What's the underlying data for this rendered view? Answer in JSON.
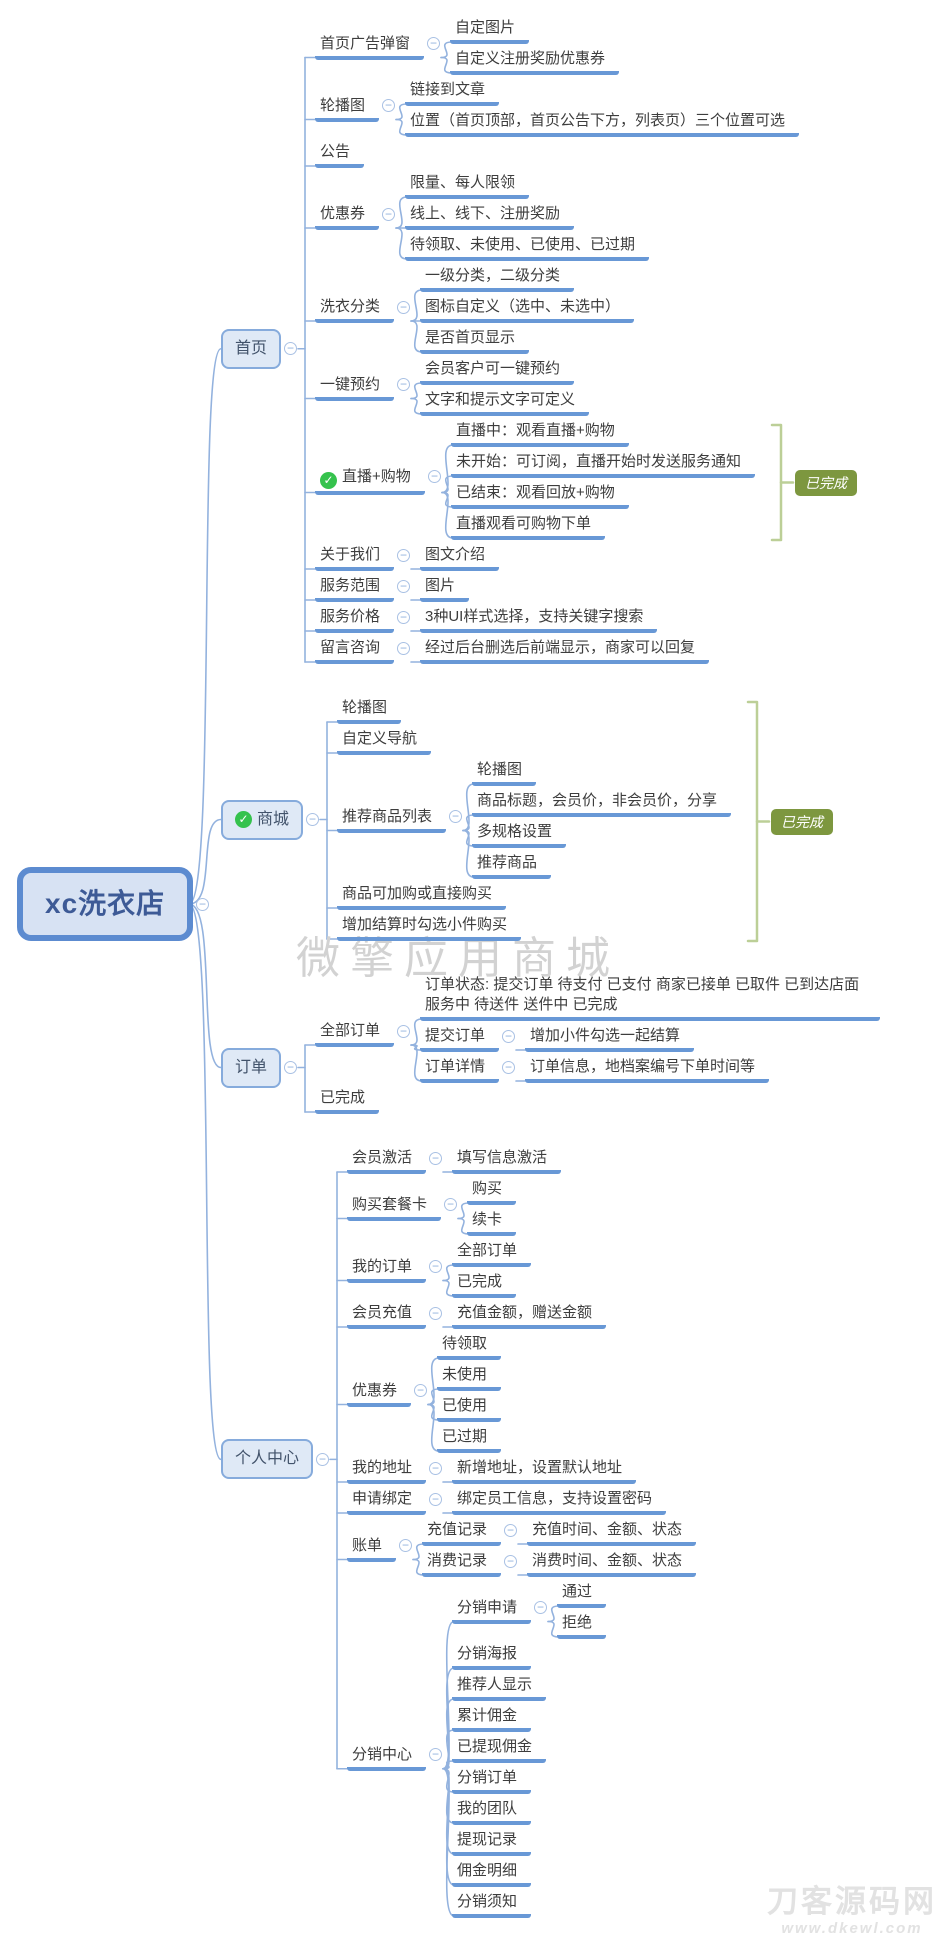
{
  "colors": {
    "underline_blue": "#6898d6",
    "wire_blue": "#93b2de",
    "text_dark": "#3d3d3d",
    "box_fill": "#dfe9f6",
    "box_border": "#86abdc",
    "box_text": "#42536b",
    "root_fill": "#d7e2f3",
    "root_border": "#5c8bd0",
    "root_text": "#3d5a96",
    "check_green": "#35c24d",
    "badge_green": "#7d973f",
    "bracket_green": "#bccf97",
    "watermark_gray": "#d2d2d2",
    "logo_gray": "#e2e2e2"
  },
  "watermark": {
    "center": "微擎应用商城"
  },
  "logo": {
    "title": "刀客源码网",
    "url": "www.dkewl.com"
  },
  "mindmap": {
    "t": "xc洗衣店",
    "type": "root",
    "c": [
      {
        "t": "首页",
        "type": "box",
        "c": [
          {
            "t": "首页广告弹窗",
            "c": [
              {
                "t": "自定图片"
              },
              {
                "t": "自定义注册奖励优惠券"
              }
            ]
          },
          {
            "t": "轮播图",
            "c": [
              {
                "t": "链接到文章"
              },
              {
                "t": "位置（首页顶部，首页公告下方，列表页）三个位置可选"
              }
            ]
          },
          {
            "t": "公告"
          },
          {
            "t": "优惠券",
            "c": [
              {
                "t": "限量、每人限领"
              },
              {
                "t": "线上、线下、注册奖励"
              },
              {
                "t": "待领取、未使用、已使用、已过期"
              }
            ]
          },
          {
            "t": "洗衣分类",
            "c": [
              {
                "t": "一级分类，二级分类"
              },
              {
                "t": "图标自定义（选中、未选中）"
              },
              {
                "t": "是否首页显示"
              }
            ]
          },
          {
            "t": "一键预约",
            "c": [
              {
                "t": "会员客户可一键预约"
              },
              {
                "t": "文字和提示文字可定义"
              }
            ]
          },
          {
            "t": "直播+购物",
            "icon": "check",
            "badge": "已完成",
            "c": [
              {
                "t": "直播中：观看直播+购物"
              },
              {
                "t": "未开始：可订阅，直播开始时发送服务通知"
              },
              {
                "t": "已结束：观看回放+购物"
              },
              {
                "t": "直播观看可购物下单"
              }
            ]
          },
          {
            "t": "关于我们",
            "c": [
              {
                "t": "图文介绍"
              }
            ]
          },
          {
            "t": "服务范围",
            "c": [
              {
                "t": "图片"
              }
            ]
          },
          {
            "t": "服务价格",
            "c": [
              {
                "t": "3种UI样式选择，支持关键字搜索"
              }
            ]
          },
          {
            "t": "留言咨询",
            "c": [
              {
                "t": "经过后台删选后前端显示，商家可以回复"
              }
            ]
          }
        ]
      },
      {
        "t": "商城",
        "type": "box",
        "icon": "check",
        "badge": "已完成",
        "c": [
          {
            "t": "轮播图"
          },
          {
            "t": "自定义导航"
          },
          {
            "t": "推荐商品列表",
            "c": [
              {
                "t": "轮播图"
              },
              {
                "t": "商品标题，会员价，非会员价，分享"
              },
              {
                "t": "多规格设置"
              },
              {
                "t": "推荐商品"
              }
            ]
          },
          {
            "t": "商品可加购或直接购买"
          },
          {
            "t": "增加结算时勾选小件购买"
          }
        ]
      },
      {
        "t": "订单",
        "type": "box",
        "c": [
          {
            "t": "全部订单",
            "c": [
              {
                "t": "订单状态: 提交订单 待支付 已支付 商家已接单 已取件 已到达店面 服务中 待送件 送件中 已完成",
                "maxw": 460
              },
              {
                "t": "提交订单",
                "c": [
                  {
                    "t": "增加小件勾选一起结算"
                  }
                ]
              },
              {
                "t": "订单详情",
                "c": [
                  {
                    "t": "订单信息，地档案编号下单时间等"
                  }
                ]
              }
            ]
          },
          {
            "t": "已完成"
          }
        ]
      },
      {
        "t": "个人中心",
        "type": "box",
        "c": [
          {
            "t": "会员激活",
            "c": [
              {
                "t": "填写信息激活"
              }
            ]
          },
          {
            "t": "购买套餐卡",
            "c": [
              {
                "t": "购买"
              },
              {
                "t": "续卡"
              }
            ]
          },
          {
            "t": "我的订单",
            "c": [
              {
                "t": "全部订单"
              },
              {
                "t": "已完成"
              }
            ]
          },
          {
            "t": "会员充值",
            "c": [
              {
                "t": "充值金额，赠送金额"
              }
            ]
          },
          {
            "t": "优惠券",
            "c": [
              {
                "t": "待领取"
              },
              {
                "t": "未使用"
              },
              {
                "t": "已使用"
              },
              {
                "t": "已过期"
              }
            ]
          },
          {
            "t": "我的地址",
            "c": [
              {
                "t": "新增地址，设置默认地址"
              }
            ]
          },
          {
            "t": "申请绑定",
            "c": [
              {
                "t": "绑定员工信息，支持设置密码"
              }
            ]
          },
          {
            "t": "账单",
            "c": [
              {
                "t": "充值记录",
                "c": [
                  {
                    "t": "充值时间、金额、状态"
                  }
                ]
              },
              {
                "t": "消费记录",
                "c": [
                  {
                    "t": "消费时间、金额、状态"
                  }
                ]
              }
            ]
          },
          {
            "t": "分销中心",
            "c": [
              {
                "t": "分销申请",
                "c": [
                  {
                    "t": "通过"
                  },
                  {
                    "t": "拒绝"
                  }
                ]
              },
              {
                "t": "分销海报"
              },
              {
                "t": "推荐人显示"
              },
              {
                "t": "累计佣金"
              },
              {
                "t": "已提现佣金"
              },
              {
                "t": "分销订单"
              },
              {
                "t": "我的团队"
              },
              {
                "t": "提现记录"
              },
              {
                "t": "佣金明细"
              },
              {
                "t": "分销须知"
              }
            ]
          }
        ]
      }
    ]
  }
}
